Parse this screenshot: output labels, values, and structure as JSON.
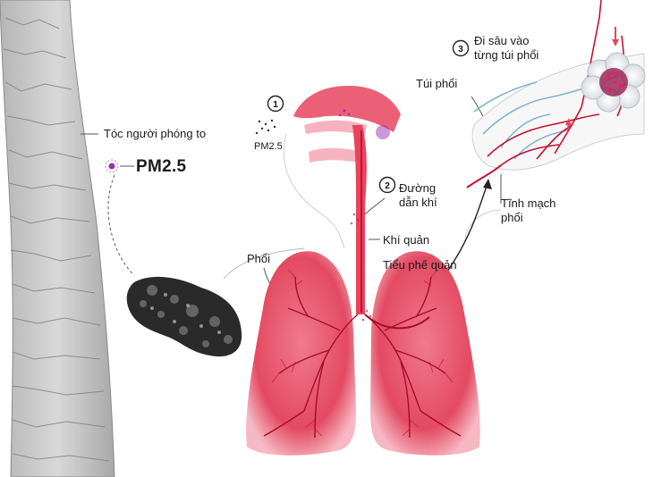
{
  "labels": {
    "hair": "Tóc người phóng to",
    "pm_big": "PM2.5",
    "pm_small": "PM2.5",
    "airway_line1": "Đường",
    "airway_line2": "dẫn khí",
    "trachea": "Khí quản",
    "lung": "Phổi",
    "bronchiole": "Tiểu phế quản",
    "alveoli": "Túi phổi",
    "vein_line1": "Tĩnh mạch",
    "vein_line2": "phổi",
    "deep_line1": "Đi sâu vào",
    "deep_line2": "từng túi phổi"
  },
  "steps": [
    "1",
    "2",
    "3"
  ],
  "colors": {
    "lung": "#e8445e",
    "lung_light": "#f6b3bf",
    "vessel_dark": "#c8102e",
    "vessel_blue": "#7fb4cf",
    "hair": "#c9c9c9",
    "hair_line": "#8a8a8a",
    "particle": "#9b2fb5"
  }
}
